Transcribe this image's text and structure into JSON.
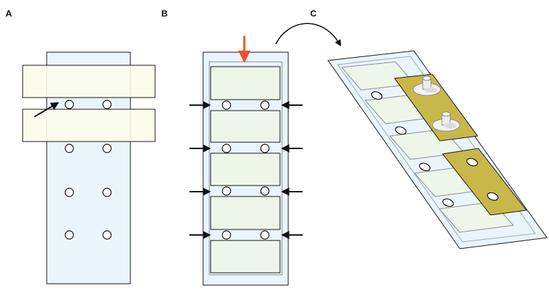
{
  "figure": {
    "panels": [
      {
        "id": "A",
        "label": "A"
      },
      {
        "id": "B",
        "label": "B"
      },
      {
        "id": "C",
        "label": "C"
      }
    ],
    "colors": {
      "slide_fill": "#eaf4fb",
      "tape_fill": "#fbfcea",
      "chamber_fill": "#eef6ea",
      "gasket_fill": "#c8b84a",
      "accent_arrow": "#e8542c",
      "stroke": "#111111"
    },
    "icons": {
      "pointer_arrow": "arrow-icon",
      "press_arrow": "red-down-arrow-icon",
      "flip_arrow": "curved-arrow-icon",
      "port_connector": "connector-icon"
    }
  }
}
